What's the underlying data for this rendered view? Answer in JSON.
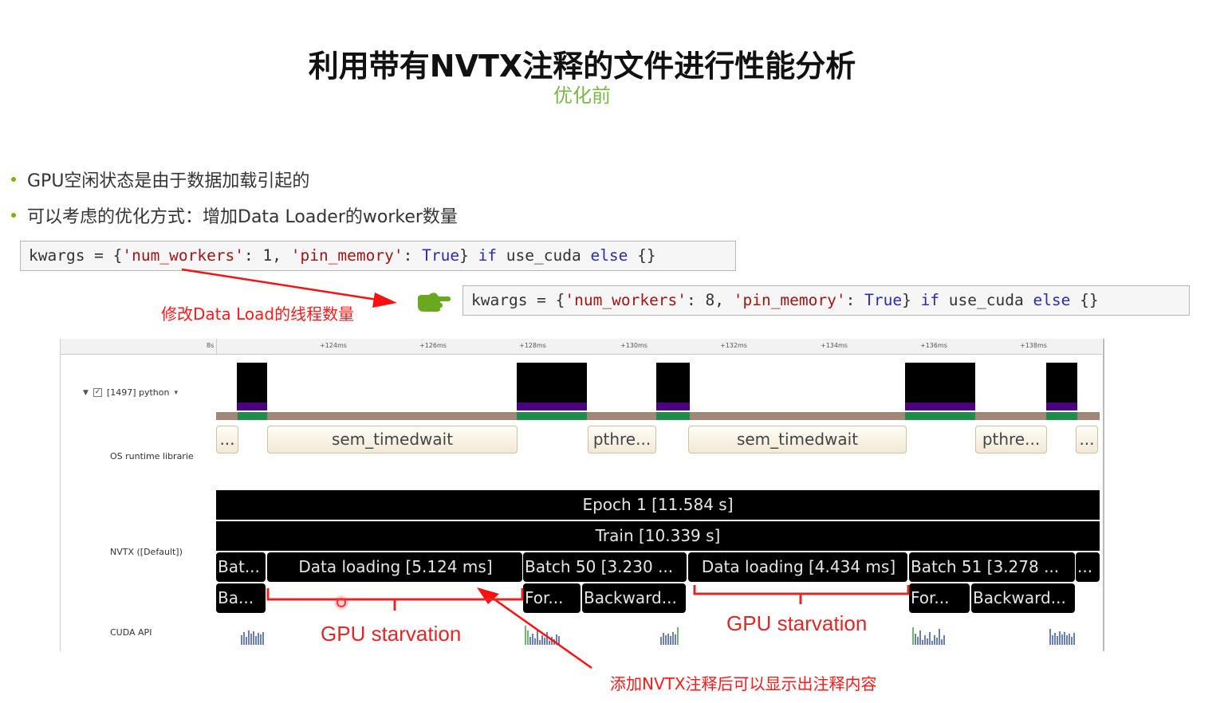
{
  "slide": {
    "title": "利用带有NVTX注释的文件进行性能分析",
    "subtitle": "优化前",
    "bullets": [
      "GPU空闲状态是由于数据加载引起的",
      "可以考虑的优化方式：增加Data Loader的worker数量"
    ],
    "code_before": {
      "prefix": "kwargs = {",
      "key1": "'num_workers'",
      "mid1": ": 1, ",
      "key2": "'pin_memory'",
      "mid2": ": ",
      "true_kw": "True",
      "mid3": "} ",
      "if_kw": "if",
      "mid4": " use_cuda ",
      "else_kw": "else",
      "suffix": " {}"
    },
    "code_after": {
      "prefix": "kwargs = {",
      "key1": "'num_workers'",
      "mid1": ": 8, ",
      "key2": "'pin_memory'",
      "mid2": ": ",
      "true_kw": "True",
      "mid3": "} ",
      "if_kw": "if",
      "mid4": " use_cuda ",
      "else_kw": "else",
      "suffix": " {}"
    },
    "annotations": {
      "modify_workers": "修改Data Load的线程数量",
      "nvtx_note": "添加NVTX注释后可以显示出注释内容"
    },
    "colors": {
      "accent_green": "#76b900",
      "annotation_red": "#ff1a1a",
      "string_red": "#a31515",
      "keyword_blue": "#2b2bb3"
    }
  },
  "timeline": {
    "ruler": {
      "origin": "8s",
      "ticks": [
        "+124ms",
        "+126ms",
        "+128ms",
        "+130ms",
        "+132ms",
        "+134ms",
        "+136ms",
        "+138ms"
      ]
    },
    "rows": {
      "thread": "[1497] python",
      "os_runtime": "OS runtime librarie",
      "nvtx": "NVTX ([Default])",
      "cuda_api": "CUDA API"
    },
    "os_calls": [
      "...",
      "sem_timedwait",
      "pthre...",
      "sem_timedwait",
      "pthre...",
      "..."
    ],
    "nvtx": {
      "epoch": "Epoch 1 [11.584 s]",
      "train": "Train [10.339 s]",
      "level3": [
        "Bat...",
        "Data loading [5.124 ms]",
        "Batch 50 [3.230 ...",
        "Data loading [4.434 ms]",
        "Batch 51 [3.278 ...",
        "..."
      ],
      "level4": [
        "Ba...",
        "For...",
        "Backward...",
        "For...",
        "Backward..."
      ]
    },
    "labels": {
      "starvation1": "GPU starvation",
      "starvation2": "GPU starvation"
    }
  }
}
